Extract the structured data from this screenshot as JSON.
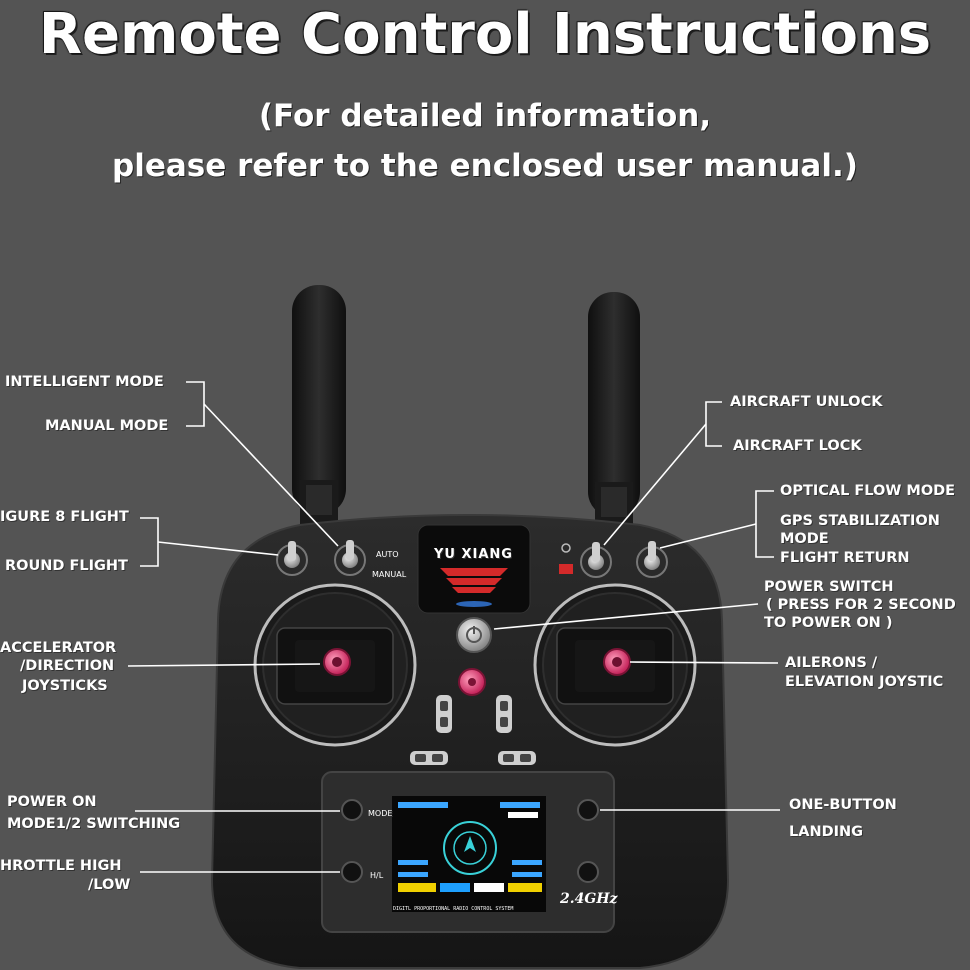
{
  "header": {
    "title": "Remote Control Instructions",
    "subtitle_line1": "(For detailed information,",
    "subtitle_line2": "please refer to the enclosed user manual.)"
  },
  "controller": {
    "brand": "YU XIANG",
    "switch_auto": "AUTO",
    "switch_manual": "MANUAL",
    "button_mode": "MODE",
    "button_hl": "H/L",
    "screen_footer": "DIGITL PROPORTIONAL RADIO CONTROL SYSTEM",
    "frequency": "2.4GHz"
  },
  "labels": {
    "intelligent_mode": "INTELLIGENT MODE",
    "manual_mode": "MANUAL MODE",
    "figure8_flight": "IGURE 8 FLIGHT",
    "round_flight": "ROUND FLIGHT",
    "accelerator_l1": "ACCELERATOR",
    "accelerator_l2": "/DIRECTION",
    "accelerator_l3": "JOYSTICKS",
    "power_on": "POWER ON",
    "mode_switching": "MODE1/2 SWITCHING",
    "throttle_l1": "HROTTLE HIGH",
    "throttle_l2": "/LOW",
    "aircraft_unlock": "AIRCRAFT UNLOCK",
    "aircraft_lock": "AIRCRAFT LOCK",
    "optical_flow": "OPTICAL FLOW MODE",
    "gps_l1": "GPS STABILIZATION",
    "gps_l2": "MODE",
    "flight_return": "FLIGHT RETURN",
    "power_switch_l1": "POWER SWITCH",
    "power_switch_l2": "( PRESS FOR 2 SECOND",
    "power_switch_l3": "TO POWER ON )",
    "ailerons_l1": "AILERONS /",
    "ailerons_l2": "ELEVATION JOYSTIC",
    "one_button": "ONE-BUTTON",
    "landing": "LANDING"
  },
  "colors": {
    "background": "#545454",
    "body": "#1e1e1e",
    "accent_pink": "#d6336c",
    "logo_red": "#d42a2a"
  }
}
